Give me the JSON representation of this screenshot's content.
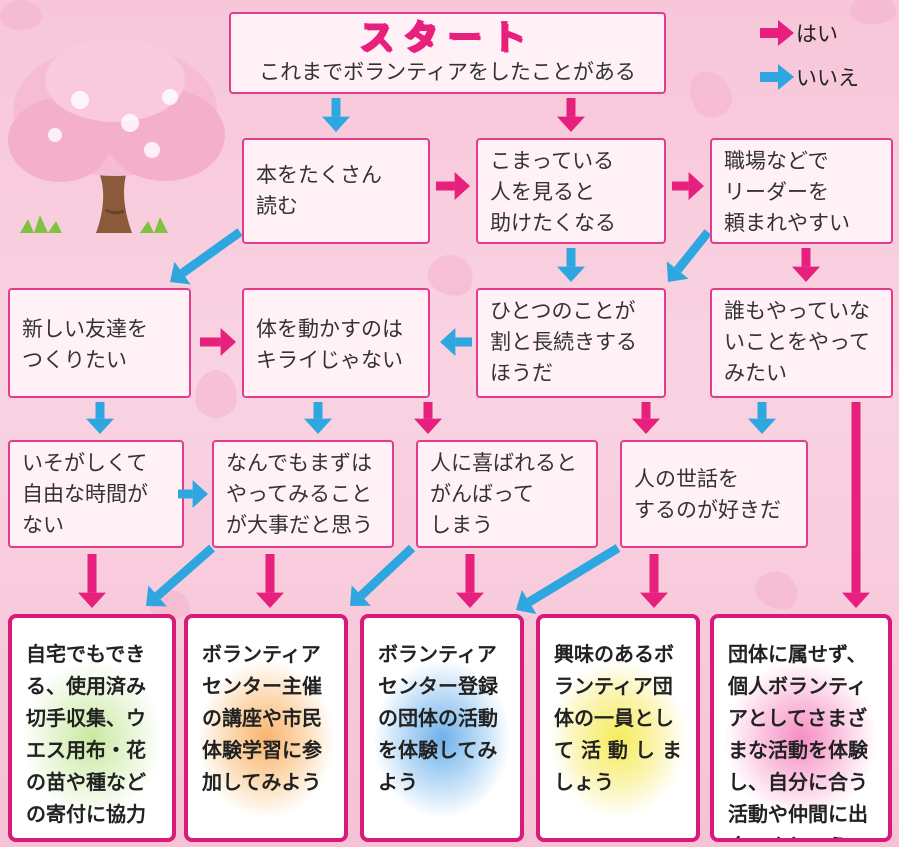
{
  "start": {
    "title": "スタート",
    "question": "これまでボランティアをしたことがある"
  },
  "legend": {
    "yes_label": "はい",
    "no_label": "いいえ",
    "yes_color": "#e6207c",
    "no_color": "#2ea7e0"
  },
  "questions": {
    "q_books": "本をたくさん\n読む",
    "q_help": "こまっている\n人を見ると\n助けたくなる",
    "q_leader": "職場などで\nリーダーを\n頼まれやすい",
    "q_friends": "新しい友達を\nつくりたい",
    "q_body": "体を動かすのは\nキライじゃない",
    "q_persist": "ひとつのことが\n割と長続きする\nほうだ",
    "q_novel": "誰もやっていな\nいことをやって\nみたい",
    "q_busy": "いそがしくて\n自由な時間が\nない",
    "q_try": "なんでもまずは\nやってみること\nが大事だと思う",
    "q_joy": "人に喜ばれると\nがんばって\nしまう",
    "q_care": "人の世話を\nするのが好きだ"
  },
  "results": {
    "r1": "自宅でもでき\nる、使用済み\n切手収集、ウ\nエス用布・花\nの苗や種など\nの寄付に協力",
    "r2": "ボランティア\nセンター主催\nの講座や市民\n体験学習に参\n加してみよう",
    "r3": "ボランティア\nセンター登録\nの団体の活動\nを体験してみ\nよう",
    "r4": "興味のあるボ\nランティア団\n体の一員とし\nて 活 動 し ま\nしょう",
    "r5": "団体に属せず、\n個人ボランティ\nアとしてさまざ\nまな活動を体験\nし、自分に合う\n活動や仲間に出\n会いましょう"
  }
}
